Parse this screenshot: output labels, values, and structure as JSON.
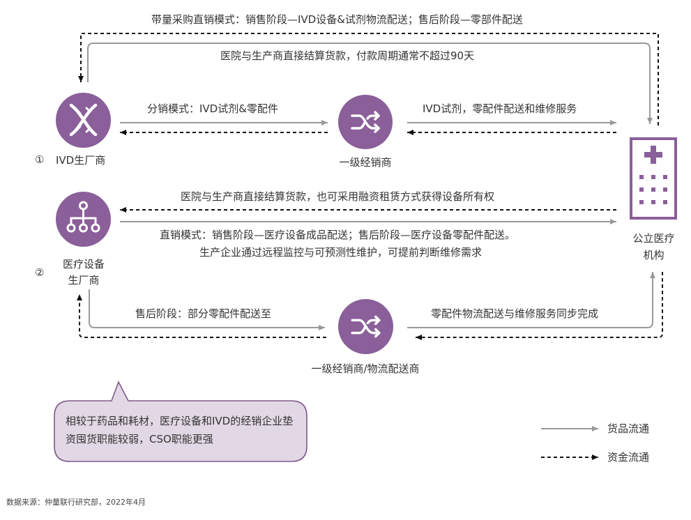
{
  "flows": {
    "top_dashed": "带量采购直销模式：销售阶段—IVD设备&试剂物流配送；售后阶段—零部件配送",
    "top_solid": "医院与生产商直接结算货款，付款周期通常不超过90天",
    "distribution_mode": "分销模式：IVD试剂&零配件",
    "distributor_to_hospital": "IVD试剂，零配件配送和维修服务",
    "hospital_payment": "医院与生产商直接结算货款，也可采用融资租赁方式获得设备所有权",
    "direct_line1": "直销模式：销售阶段—医疗设备成品配送；售后阶段—医疗设备零配件配送。",
    "direct_line2": "生产企业通过远程监控与可预测性维护，可提前判断维修需求",
    "aftersales": "售后阶段：部分零配件配送至",
    "parts_logistics": "零配件物流配送与维修服务同步完成"
  },
  "nodes": {
    "ivd_number": "①",
    "ivd_manufacturer": "IVD生厂商",
    "distributor1": "一级经销商",
    "device_number": "②",
    "device_manufacturer_line1": "医疗设备",
    "device_manufacturer_line2": "生厂商",
    "distributor2": "一级经销商/物流配送商",
    "hospital_line1": "公立医疗",
    "hospital_line2": "机构"
  },
  "callout": {
    "text": "相较于药品和耗材，医疗设备和IVD的经销企业垫资囤货职能较弱，CSO职能更强"
  },
  "legend": {
    "goods": "货品流通",
    "funds": "资金流通"
  },
  "source": "数据来源：仲量联行研究部，2022年4月",
  "colors": {
    "purple": "#8a5f9a",
    "callout_fill": "#e2d8e5",
    "solid_line": "#999999",
    "dashed_line": "#111111"
  },
  "icons": {
    "ivd_manufacturer": "dna-icon",
    "distributor": "shuffle-icon",
    "device_manufacturer": "network-icon",
    "hospital": "hospital-building-icon"
  }
}
